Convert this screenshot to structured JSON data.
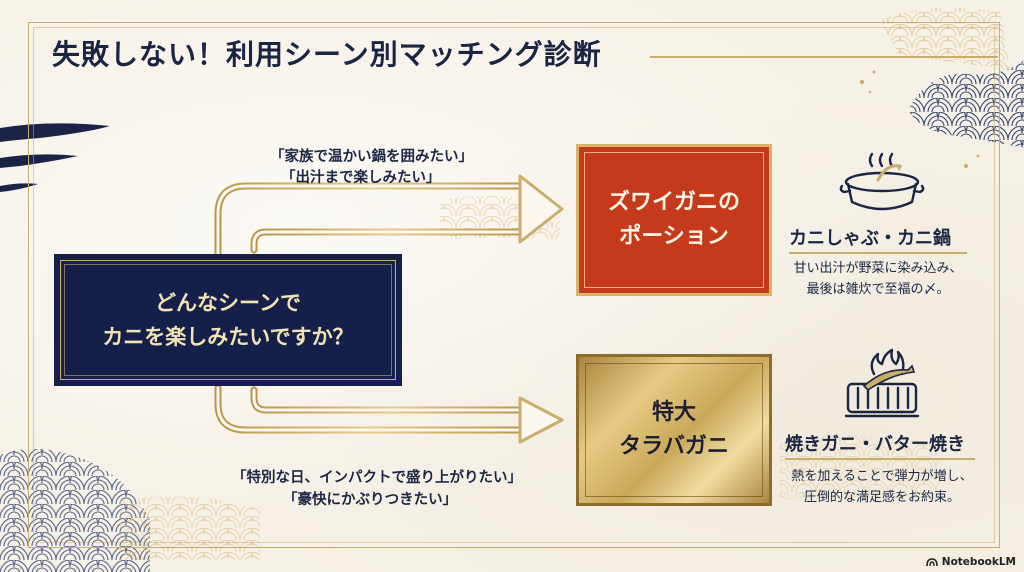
{
  "title": "失敗しない！利用シーン別マッチング診断",
  "question": {
    "line1": "どんなシーンで",
    "line2": "カニを楽しみたいですか？"
  },
  "top_branch": {
    "quote1": "「家族で温かい鍋を囲みたい」",
    "quote2": "「出汁まで楽しみたい」",
    "product_line1": "ズワイガニの",
    "product_line2": "ポーション",
    "product_color": "#c63a1c",
    "icon": "nabe-pot-icon",
    "dish": "カニしゃぶ・カニ鍋",
    "desc_line1": "甘い出汁が野菜に染み込み、",
    "desc_line2": "最後は雑炊で至福の〆。"
  },
  "bottom_branch": {
    "quote1": "「特別な日、インパクトで盛り上がりたい」",
    "quote2": "「豪快にかぶりつきたい」",
    "product_line1": "特大",
    "product_line2": "タラバガニ",
    "product_color": "#c9a85a",
    "icon": "grill-crab-icon",
    "dish": "焼きガニ・バター焼き",
    "desc_line1": "熱を加えることで弾力が増し、",
    "desc_line2": "圧倒的な満足感をお約束。"
  },
  "footer": {
    "brand": "NotebookLM"
  },
  "colors": {
    "navy": "#14204a",
    "gold": "#c9ad6b",
    "paper": "#f6f1e6"
  }
}
